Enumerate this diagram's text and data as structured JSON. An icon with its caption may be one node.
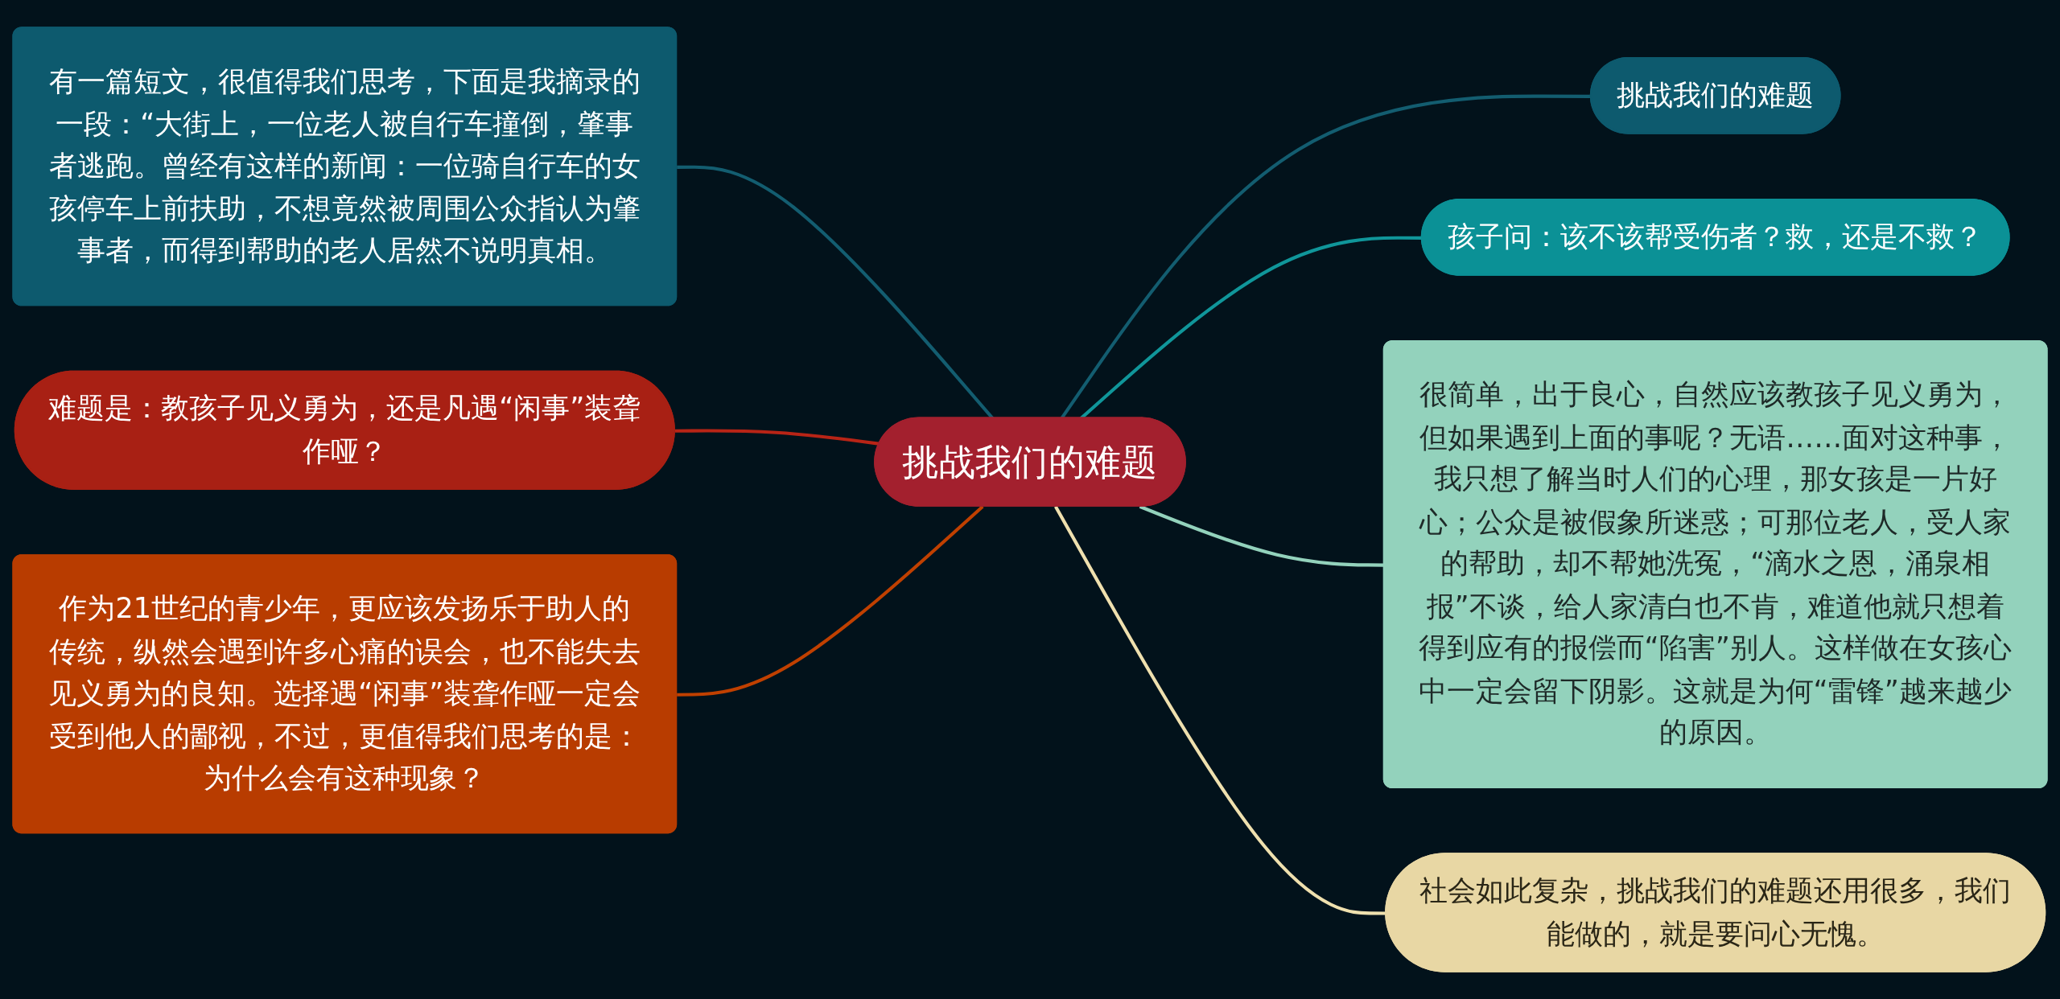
{
  "diagram": {
    "nodes": [
      {
        "text": [
          "挑战我们的难题"
        ]
      },
      {
        "text": [
          "挑战我们的难题"
        ]
      },
      {
        "text": [
          "孩子问：该不该帮受伤者？救，还是不救？"
        ]
      },
      {
        "text": [
          "很简单，出于良心，自然应该教孩子见义勇为，但如果遇到上面的事呢？无语……面对这种事，我只想了解当时人们的心理，那女孩是一片好心；公众是被假象所迷惑；可那位老人，受人家的帮助，却不帮她洗冤，“滴水之恩，涌泉相报”不谈，给人家清白也不肯，难道他就只想着得到应有的报偿而“陷害”别人。这样做在女孩心中一定会留下阴影。这就是为何“雷锋”越来越少的原因。"
        ]
      },
      {
        "text": [
          "社会如此复杂，挑战我们的难题还用很多，我们能做的，就是要问心无愧。"
        ]
      },
      {
        "text": [
          "有一篇短文，很值得我们思考，下面是我摘录的一段：“大街上，一位老人被自行车撞倒，肇事者逃跑。曾经有这样的新闻：一位骑自行车的女孩停车上前扶助，不想竟然被周围公众指认为肇事者，而得到帮助的老人居然不说明真相。"
        ]
      },
      {
        "text": [
          "难题是：教孩子见义勇为，还是凡遇“闲事”装聋作哑？"
        ]
      },
      {
        "text": [
          "作为21世纪的青少年，更应该发扬乐于助人的传统，纵然会遇到许多心痛的误会，也不能失去见义勇为的良知。选择遇“闲事”装聋作哑一定会受到他人的鄙视，不过，更值得我们思考的是：为什么会有这种现象？"
        ]
      }
    ],
    "edges": [
      {
        "from": 0,
        "to": 1,
        "arrow": "none",
        "color": "#135d70"
      },
      {
        "from": 0,
        "to": 2,
        "arrow": "none",
        "color": "#10969a"
      },
      {
        "from": 0,
        "to": 3,
        "arrow": "none",
        "color": "#93d2bc"
      },
      {
        "from": 0,
        "to": 4,
        "arrow": "none",
        "color": "#efe0ae"
      },
      {
        "from": 5,
        "to": 0,
        "arrow": "none",
        "color": "#135d70"
      },
      {
        "from": 6,
        "to": 0,
        "arrow": "none",
        "color": "#b82416"
      },
      {
        "from": 7,
        "to": 0,
        "arrow": "none",
        "color": "#c04000"
      }
    ]
  }
}
